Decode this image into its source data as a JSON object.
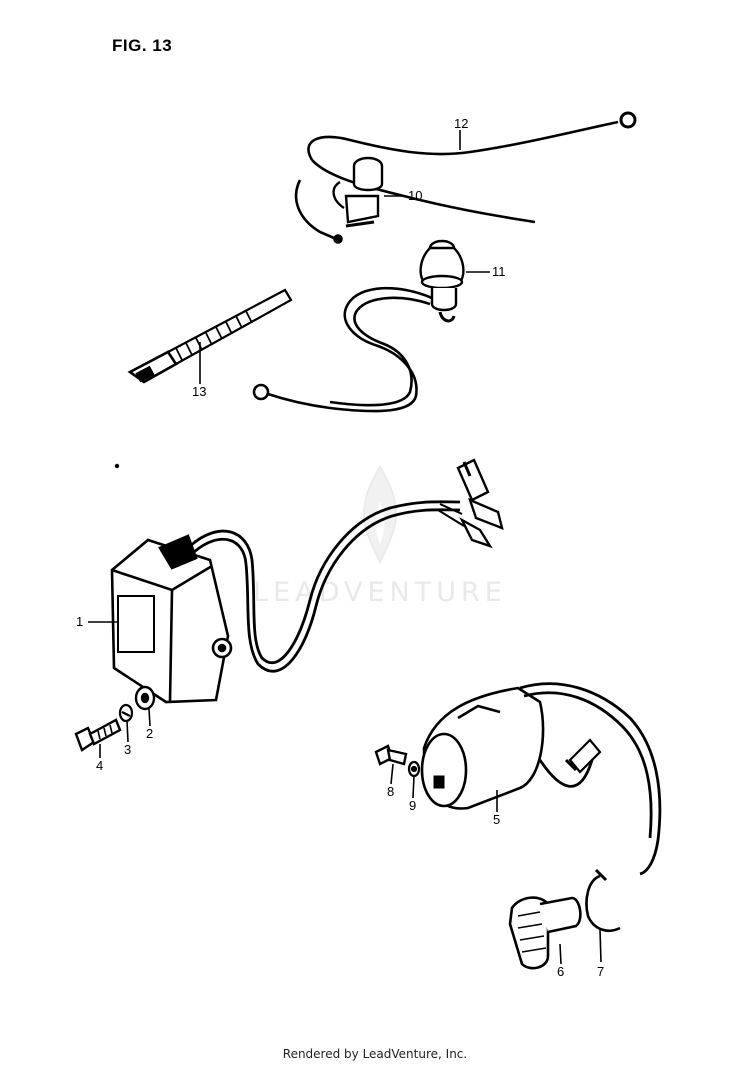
{
  "figure": {
    "title": "FIG. 13"
  },
  "watermark": {
    "text": "LEADVENTURE"
  },
  "callouts": [
    {
      "id": "1",
      "label": "1"
    },
    {
      "id": "2",
      "label": "2"
    },
    {
      "id": "3",
      "label": "3"
    },
    {
      "id": "4",
      "label": "4"
    },
    {
      "id": "5",
      "label": "5"
    },
    {
      "id": "6",
      "label": "6"
    },
    {
      "id": "7",
      "label": "7"
    },
    {
      "id": "8",
      "label": "8"
    },
    {
      "id": "9",
      "label": "9"
    },
    {
      "id": "10",
      "label": "10"
    },
    {
      "id": "11",
      "label": "11"
    },
    {
      "id": "12",
      "label": "12"
    },
    {
      "id": "13",
      "label": "13"
    }
  ],
  "footer": {
    "text": "Rendered by LeadVenture, Inc."
  }
}
